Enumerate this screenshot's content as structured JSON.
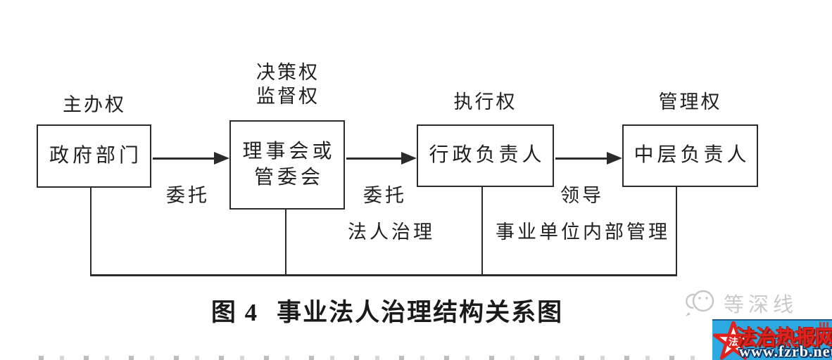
{
  "diagram": {
    "line_color": "#2b2b2b",
    "nodes": [
      {
        "label": "政府部门",
        "power": "主办权"
      },
      {
        "label_line1": "理事会或",
        "label_line2": "管委会",
        "power_line1": "决策权",
        "power_line2": "监督权"
      },
      {
        "label": "行政负责人",
        "power": "执行权"
      },
      {
        "label": "中层负责人",
        "power": "管理权"
      }
    ],
    "arrows": [
      {
        "label": "委托"
      },
      {
        "label": "委托"
      },
      {
        "label": "领导"
      }
    ],
    "section_labels": [
      {
        "text": "法人治理"
      },
      {
        "text": "事业单位内部管理"
      }
    ],
    "caption": {
      "prefix": "图 4",
      "title": "事业法人治理结构关系图"
    }
  },
  "watermark": {
    "label": "等深线"
  },
  "logo": {
    "site_name": "法治热报网",
    "url": "www.fzrb.net",
    "star_char": "法",
    "bg_color": "#2ba9e0",
    "accent_color": "#e3201d"
  }
}
